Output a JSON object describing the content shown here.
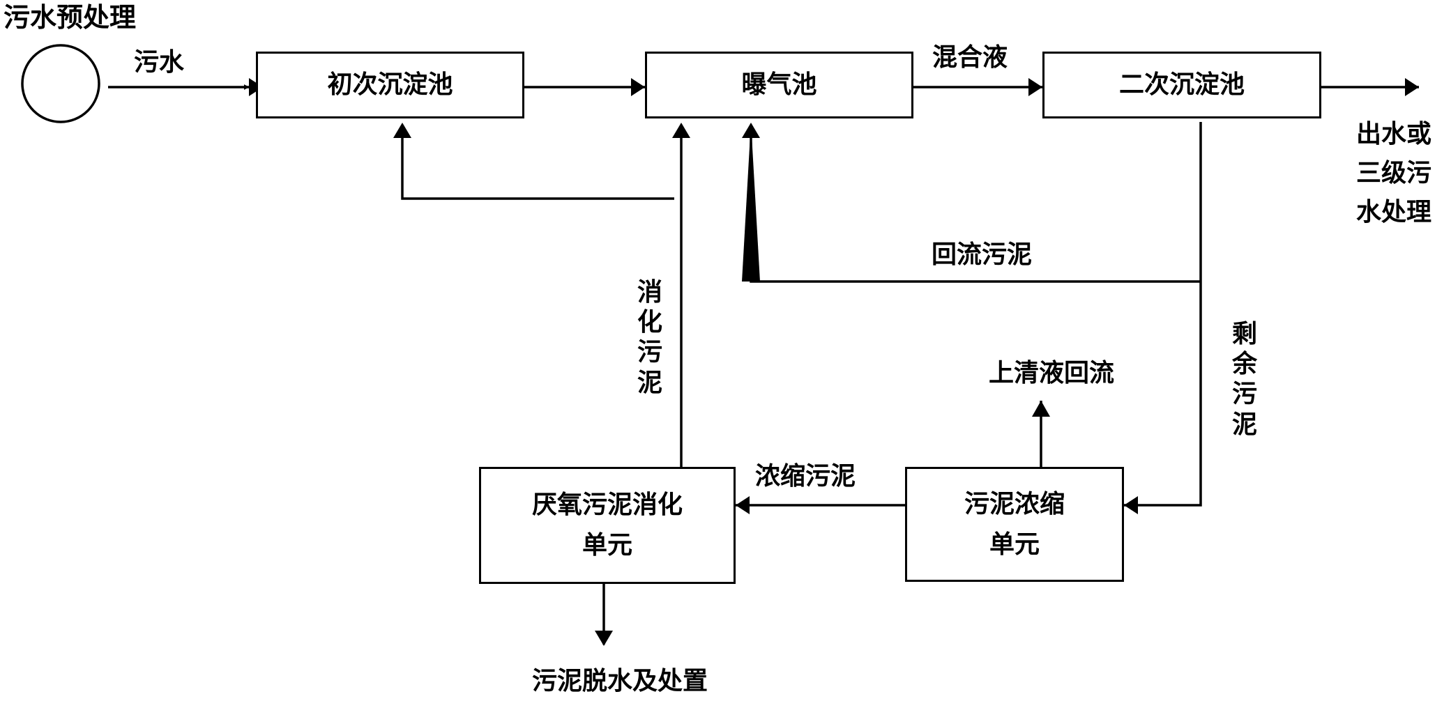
{
  "source": {
    "title": "污水预处理"
  },
  "flows": {
    "raw_sewage": "污水",
    "mixed_liquor": "混合液",
    "return_sludge": "回流污泥",
    "excess_sludge": [
      "剩",
      "余",
      "污",
      "泥"
    ],
    "digested_sludge": [
      "消",
      "化",
      "污",
      "泥"
    ],
    "thickened_sludge": "浓缩污泥",
    "supernatant_return": "上清液回流",
    "effluent": [
      "出水或",
      "三级污",
      "水处理"
    ],
    "dewatering": "污泥脱水及处置"
  },
  "units": {
    "primary_clarifier": "初次沉淀池",
    "aeration_tank": "曝气池",
    "secondary_clarifier": "二次沉淀池",
    "anaerobic_digester": [
      "厌氧污泥消化",
      "单元"
    ],
    "sludge_thickener": [
      "污泥浓缩",
      "单元"
    ]
  }
}
